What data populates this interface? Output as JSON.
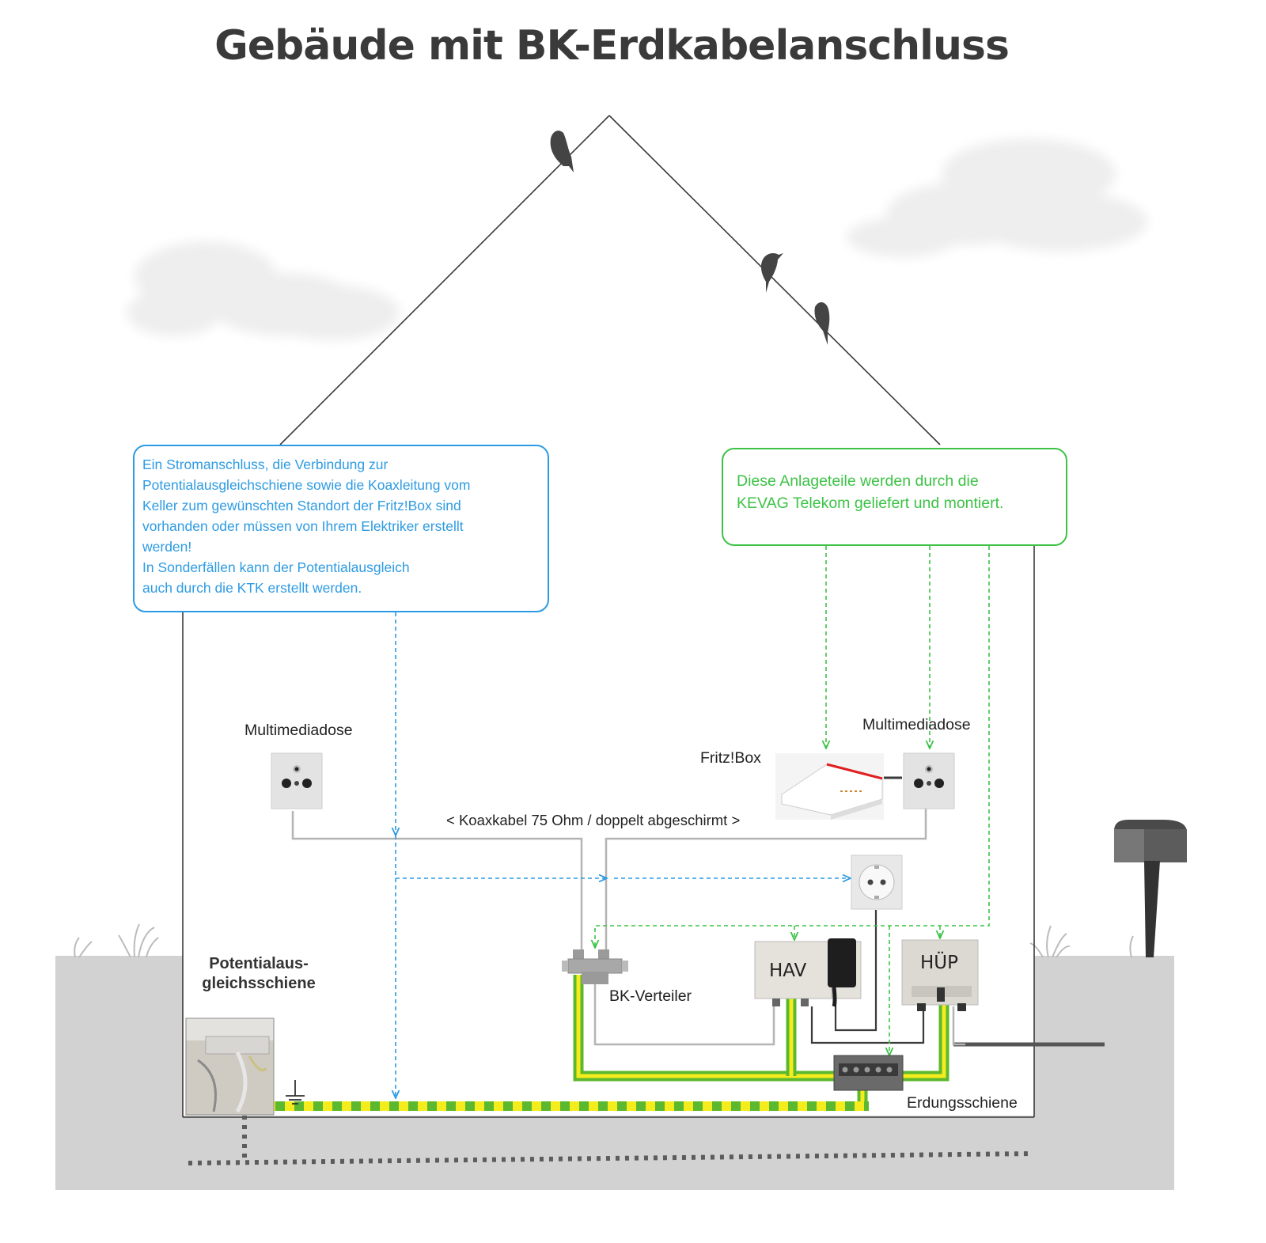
{
  "title": "Gebäude mit BK-Erdkabelanschluss",
  "info_boxes": {
    "customer": {
      "lines": [
        "Ein Stromanschluss, die Verbindung zur",
        "Potentialausgleichschiene sowie die Koaxleitung vom",
        "Keller zum gewünschten Standort der Fritz!Box sind",
        "vorhanden oder müssen von Ihrem Elektriker erstellt",
        "werden!",
        "In Sonderfällen kann der Potentialausgleich",
        "auch durch die KTK erstellt werden."
      ],
      "color": "#2d9be3"
    },
    "provider": {
      "lines": [
        "Diese Anlageteile werden durch die",
        "KEVAG Telekom geliefert und montiert."
      ],
      "color": "#3cc346"
    }
  },
  "labels": {
    "multimediadose_left": "Multimediadose",
    "multimediadose_right": "Multimediadose",
    "fritzbox": "Fritz!Box",
    "coax_cable": "< Koaxkabel 75 Ohm / doppelt abgeschirmt >",
    "bk_verteiler": "BK-Verteiler",
    "hav": "HAV",
    "huep": "HÜP",
    "potential_line1": "Potentialaus-",
    "potential_line2": "gleichsschiene",
    "erdungsschiene": "Erdungsschiene"
  },
  "icons": [
    "bird-icon",
    "cloud-icon",
    "socket-icon",
    "ground-symbol-icon",
    "mailbox-icon",
    "grass-icon"
  ],
  "colors": {
    "customer_scope": "#2d9be3",
    "provider_scope": "#3cc346",
    "earth_green": "#5cb82e",
    "earth_yellow": "#f4ec1c",
    "ground": "#d2d2d2"
  }
}
